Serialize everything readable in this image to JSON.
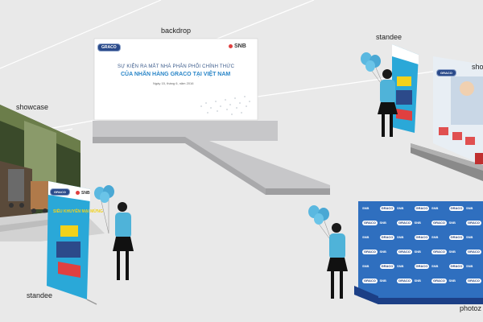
{
  "labels": {
    "backdrop": "backdrop",
    "standee_top": "standee",
    "showcase": "showcase",
    "standee_bottom": "standee",
    "showroom": "sho",
    "photowall": "photoz"
  },
  "backdrop_content": {
    "brand_logo": "GRACO",
    "partner_logo": "SNB",
    "title_line1": "SỰ KIỆN RA MẮT NHÀ PHÂN PHỐI CHÍNH THỨC",
    "title_line2": "CỦA NHÃN HÀNG GRACO TẠI VIỆT NAM",
    "date_line": "Ngày 15, tháng 6, năm 2016"
  },
  "standee_left": {
    "brand_logo": "GRACO",
    "partner_logo": "SNB",
    "headline": "SIÊU KHUYẾN MẠI MỪNG"
  },
  "photowall": {
    "brand_logo": "GRACO",
    "partner_logo": "SNB",
    "rows": 6,
    "columns": 7
  },
  "showroom_logo": "GRACO",
  "colors": {
    "floor": "#e9e9e9",
    "stage": "#c7c7c9",
    "stage_shadow": "#a9a9ab",
    "staff_shirt": "#4fb3d9",
    "balloon": "#5ab8e0",
    "photowall_blue": "#2f6fbf",
    "photowall_dark": "#1c3f86",
    "backdrop_title": "#2a86c8"
  }
}
